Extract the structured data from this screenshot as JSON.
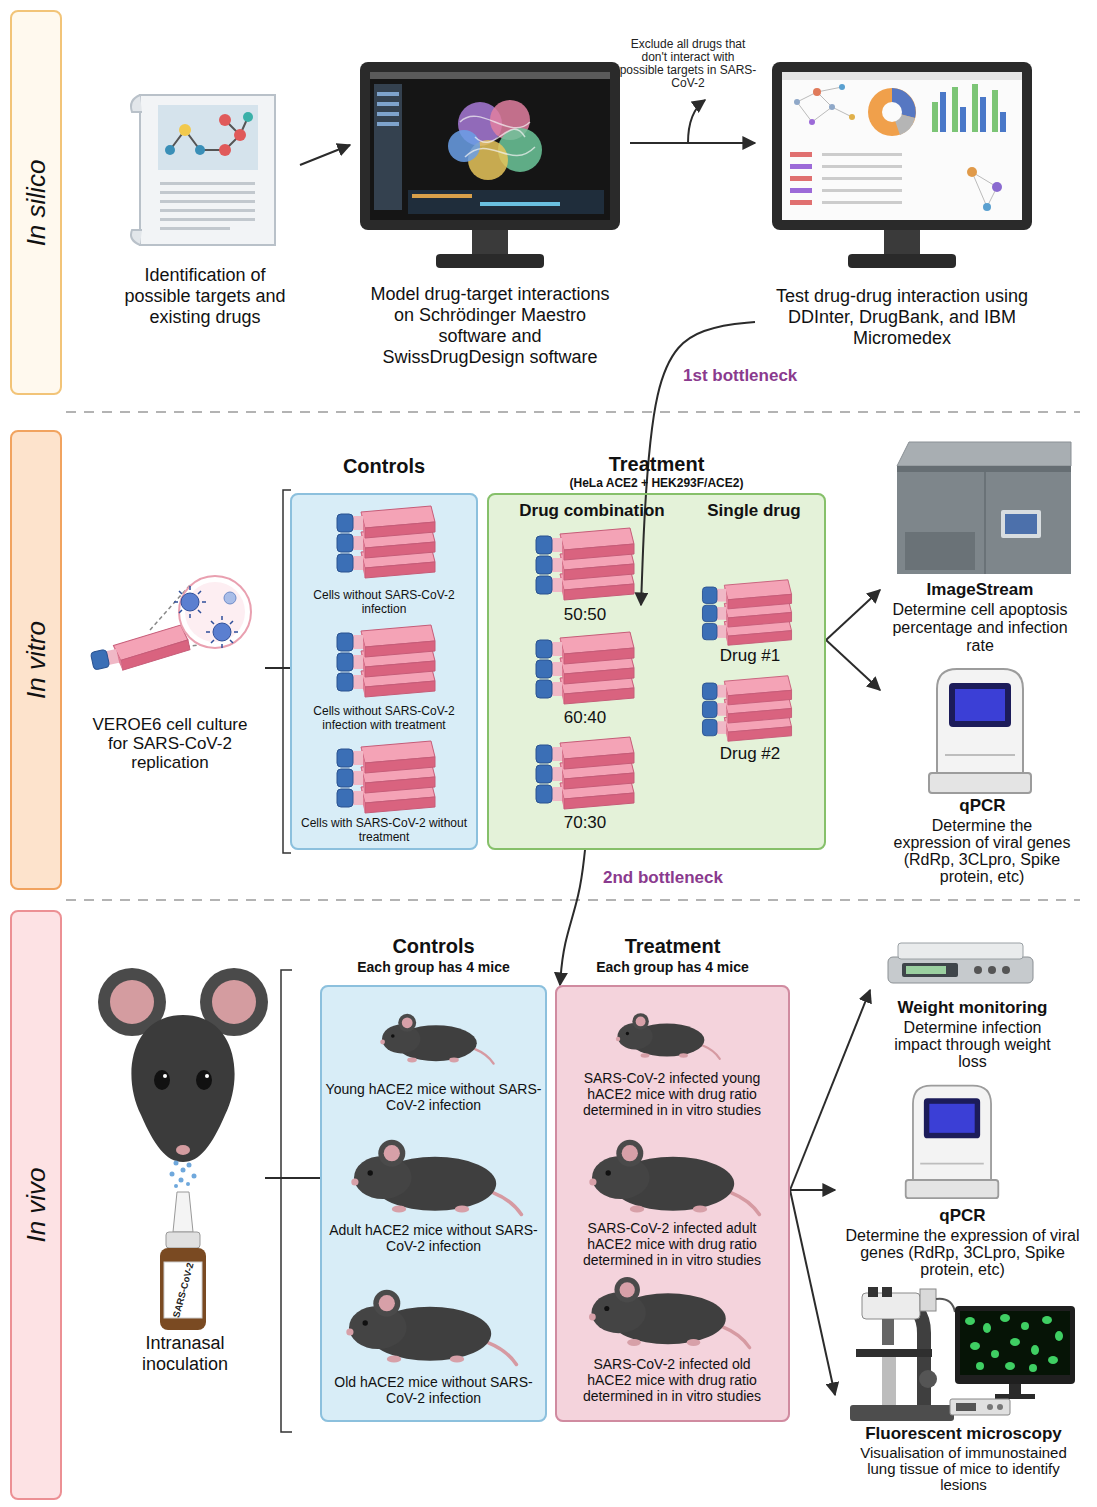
{
  "diagram": {
    "nodes": [
      {
        "text": [
          "In silico"
        ]
      },
      {
        "text": [
          "Identification of possible targets and existing drugs"
        ]
      },
      {
        "text": [
          "Model drug-target interactions on Schrödinger Maestro software and SwissDrugDesign software"
        ]
      },
      {
        "text": [
          "Test drug-drug interaction using DDInter, DrugBank, and IBM Micromedex"
        ]
      },
      {
        "text": [
          "In vitro"
        ]
      },
      {
        "text": [
          "VEROE6 cell culture for SARS-CoV-2 replication"
        ]
      },
      {
        "text": [
          "Controls"
        ]
      },
      {
        "text": [
          "Cells without SARS-CoV-2 infection"
        ],
        "in": 6
      },
      {
        "text": [
          "Cells without SARS-CoV-2 infection with treatment"
        ],
        "in": 6
      },
      {
        "text": [
          "Cells with SARS-CoV-2 without treatment"
        ],
        "in": 6
      },
      {
        "text": [
          "Treatment",
          "(HeLa ACE2 + HEK293F/ACE2)",
          "Drug combination",
          "Single drug"
        ]
      },
      {
        "text": [
          "50:50"
        ],
        "in": 10
      },
      {
        "text": [
          "60:40"
        ],
        "in": 10
      },
      {
        "text": [
          "70:30"
        ],
        "in": 10
      },
      {
        "text": [
          "Drug #1"
        ],
        "in": 10
      },
      {
        "text": [
          "Drug #2"
        ],
        "in": 10
      },
      {
        "text": [
          "ImageStream",
          "Determine cell apoptosis percentage and infection rate"
        ]
      },
      {
        "text": [
          "qPCR",
          "Determine the expression of viral genes (RdRp, 3CLpro, Spike protein, etc)"
        ]
      },
      {
        "text": [
          "In vivo"
        ]
      },
      {
        "text": [
          "Intranasal inoculation"
        ]
      },
      {
        "text": [
          "Controls",
          "Each group has 4 mice"
        ]
      },
      {
        "text": [
          "Young hACE2 mice without SARS-CoV-2 infection"
        ],
        "in": 20
      },
      {
        "text": [
          "Adult hACE2 mice without SARS-CoV-2 infection"
        ],
        "in": 20
      },
      {
        "text": [
          "Old hACE2 mice without SARS-CoV-2 infection"
        ],
        "in": 20
      },
      {
        "text": [
          "Treatment",
          "Each group has 4 mice"
        ]
      },
      {
        "text": [
          "SARS-CoV-2 infected young hACE2 mice with drug ratio determined in in vitro studies"
        ],
        "in": 24
      },
      {
        "text": [
          "SARS-CoV-2 infected adult hACE2 mice with drug ratio determined in in vitro studies"
        ],
        "in": 24
      },
      {
        "text": [
          "SARS-CoV-2 infected old hACE2 mice with drug ratio determined in in vitro studies"
        ],
        "in": 24
      },
      {
        "text": [
          "Weight monitoring",
          "Determine infection impact through weight loss"
        ]
      },
      {
        "text": [
          "qPCR",
          "Determine the expression of viral genes (RdRp, 3CLpro, Spike protein, etc)"
        ]
      },
      {
        "text": [
          "Fluorescent microscopy",
          "Visualisation of immunostained lung tissue of mice to identify lesions"
        ]
      }
    ],
    "edges": [
      {
        "from": 1,
        "to": 2,
        "arrow": "to"
      },
      {
        "from": 2,
        "to": 3,
        "arrow": "to"
      },
      {
        "from": 3,
        "to": 10,
        "arrow": "to",
        "label": "1st bottleneck"
      },
      {
        "from": 5,
        "to": 6,
        "arrow": "none"
      },
      {
        "from": 10,
        "to": 16,
        "arrow": "to"
      },
      {
        "from": 10,
        "to": 17,
        "arrow": "to"
      },
      {
        "from": 10,
        "to": 24,
        "arrow": "to",
        "label": "2nd bottleneck"
      },
      {
        "from": 19,
        "to": 20,
        "arrow": "none"
      },
      {
        "from": 24,
        "to": 28,
        "arrow": "to"
      },
      {
        "from": 24,
        "to": 29,
        "arrow": "to"
      },
      {
        "from": 24,
        "to": 30,
        "arrow": "to"
      }
    ],
    "labels": [
      "Exclude all drugs that don't interact with possible targets in SARS-CoV-2",
      "SARS-CoV-2"
    ]
  }
}
